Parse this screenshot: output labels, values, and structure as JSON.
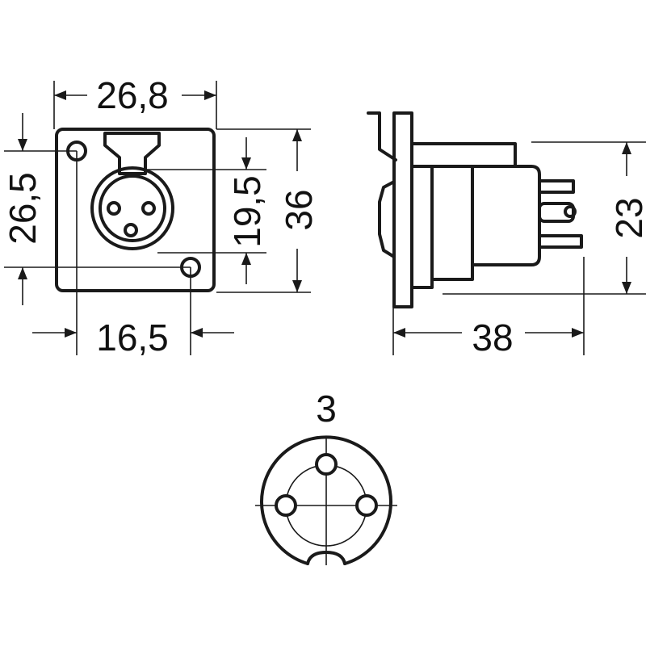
{
  "front_view": {
    "width_label": "26,8",
    "hole_vertical_label": "26,5",
    "inner_label": "19,5",
    "height_label": "36",
    "hole_spacing_label": "16,5"
  },
  "side_view": {
    "height_label": "23",
    "depth_label": "38"
  },
  "pin_view": {
    "pin_label": "3"
  }
}
